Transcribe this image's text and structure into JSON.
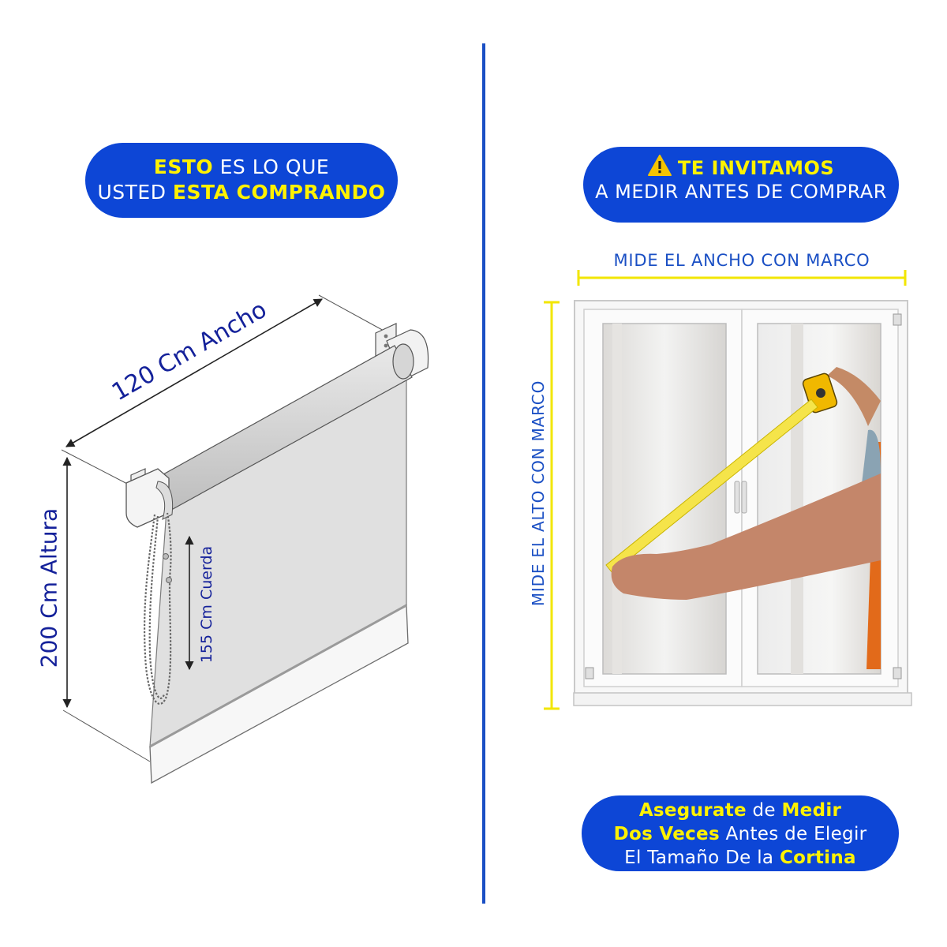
{
  "left_badge": {
    "line1_highlight": "ESTO",
    "line1_rest": " ES LO QUE",
    "line2_rest": "USTED ",
    "line2_highlight": "ESTA COMPRANDO"
  },
  "right_badge": {
    "line1": "TE INVITAMOS",
    "line2": "A MEDIR ANTES DE COMPRAR"
  },
  "blind": {
    "width_label": "120 Cm Ancho",
    "height_label": "200 Cm Altura",
    "cord_label": "155 Cm Cuerda"
  },
  "window": {
    "width_label": "MIDE EL ANCHO CON MARCO",
    "height_label": "MIDE EL ALTO CON MARCO"
  },
  "bottom_badge": {
    "l1_a": "Asegurate",
    "l1_b": " de ",
    "l1_c": "Medir",
    "l2_a": "Dos Veces",
    "l2_b": " Antes de Elegir",
    "l3_a": "El Tamaño De la ",
    "l3_b": "Cortina"
  },
  "colors": {
    "badge_blue": "#0d46d6",
    "highlight_yellow": "#fff200",
    "label_blue": "#1a4fc4",
    "dimension_navy": "#14219a",
    "measure_yellow": "#f2e600"
  },
  "icons": [
    "warning-icon"
  ]
}
